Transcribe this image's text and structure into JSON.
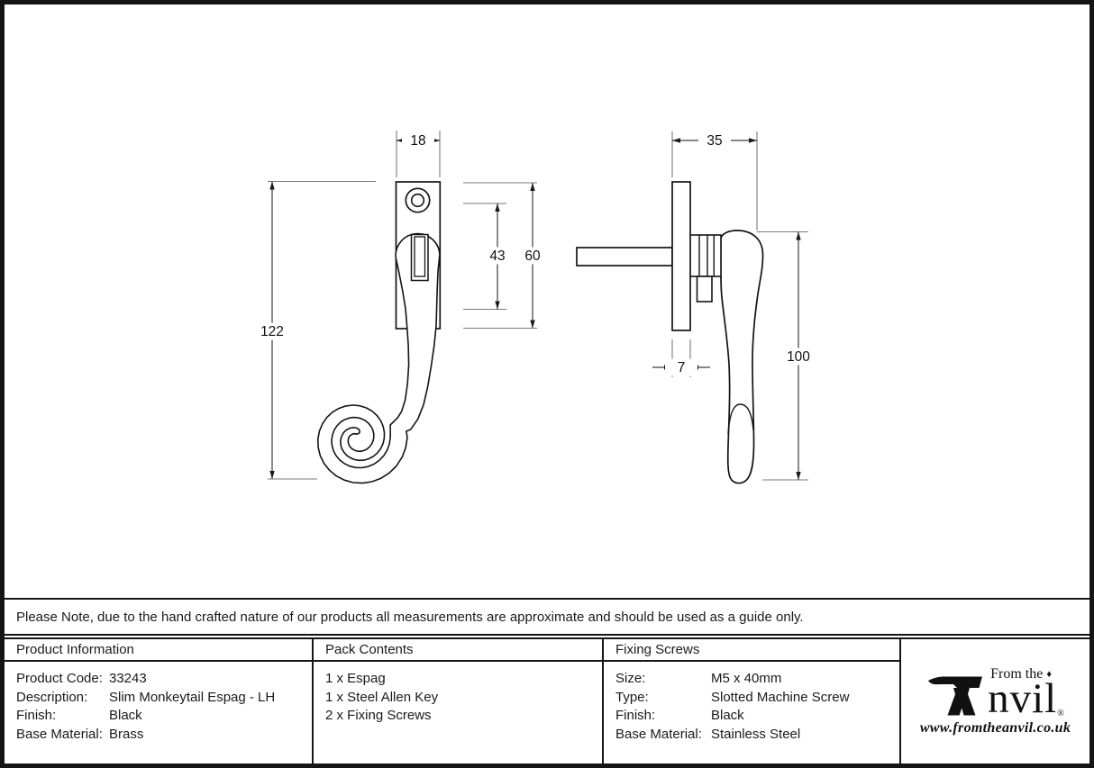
{
  "note": {
    "text": "Please Note, due to the hand crafted nature of our products all measurements are approximate and should be used as a guide only."
  },
  "drawings": {
    "front_view": {
      "dims": {
        "width": "18",
        "height": "122",
        "hole_span": "43",
        "plate_height": "60"
      }
    },
    "side_view": {
      "dims": {
        "depth": "35",
        "plate_thickness": "7",
        "handle_length": "100"
      }
    }
  },
  "product_information": {
    "header": "Product Information",
    "rows": [
      {
        "label": "Product Code:",
        "value": "33243"
      },
      {
        "label": "Description:",
        "value": "Slim Monkeytail Espag - LH"
      },
      {
        "label": "Finish:",
        "value": "Black"
      },
      {
        "label": "Base Material:",
        "value": "Brass"
      }
    ]
  },
  "pack_contents": {
    "header": "Pack Contents",
    "items": [
      "1 x Espag",
      "1 x Steel Allen Key",
      "2 x Fixing Screws"
    ]
  },
  "fixing_screws": {
    "header": "Fixing Screws",
    "rows": [
      {
        "label": "Size:",
        "value": "M5 x 40mm"
      },
      {
        "label": "Type:",
        "value": "Slotted Machine Screw"
      },
      {
        "label": "Finish:",
        "value": "Black"
      },
      {
        "label": "Base Material:",
        "value": "Stainless Steel"
      }
    ]
  },
  "logo": {
    "from_the": "From the",
    "diamond": "♦",
    "wordmark_rest": "nvil",
    "registered": "®",
    "url": "www.fromtheanvil.co.uk"
  },
  "colors": {
    "outline": "#141414",
    "dim_line": "#3d3d3d",
    "ext_line": "#7a7a7a",
    "border": "#151515",
    "background": "#ffffff"
  }
}
